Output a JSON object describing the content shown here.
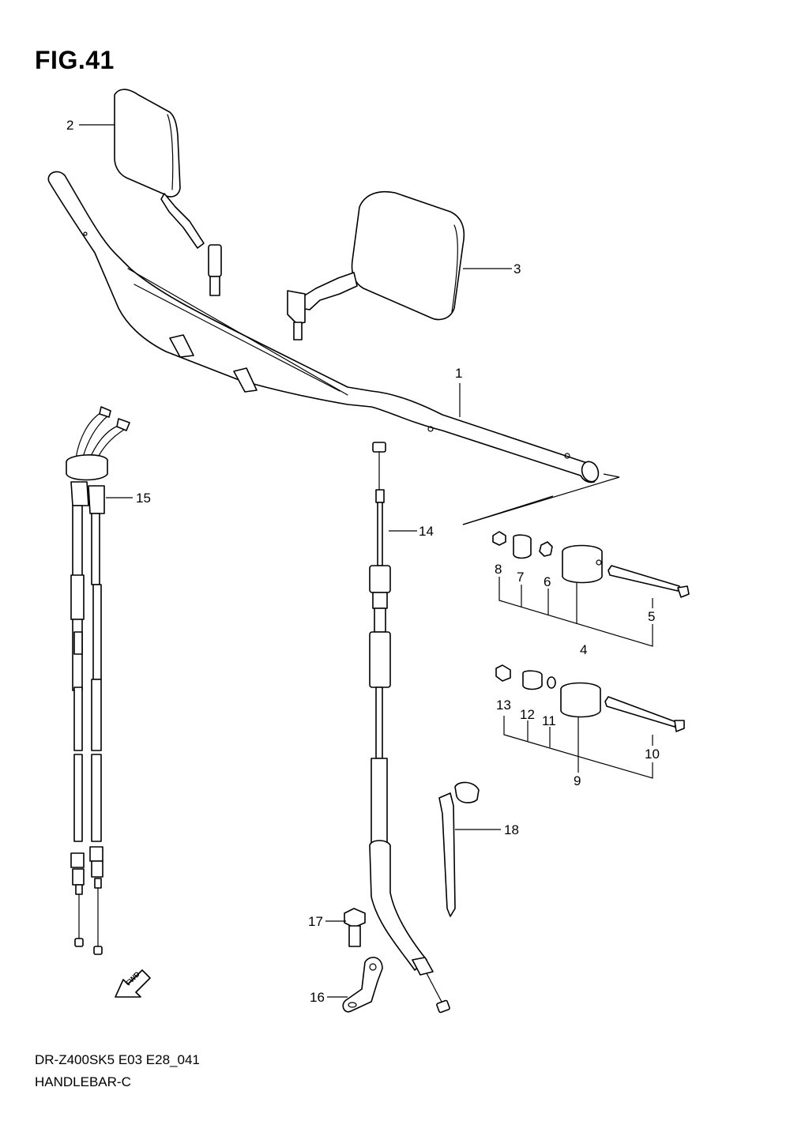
{
  "figure": {
    "title": "FIG.41",
    "model_code": "DR-Z400SK5 E03 E28_041",
    "diagram_name": "HANDLEBAR-C"
  },
  "fwd_badge": "FWD",
  "callouts": [
    {
      "id": "c1",
      "label": "1"
    },
    {
      "id": "c2",
      "label": "2"
    },
    {
      "id": "c3",
      "label": "3"
    },
    {
      "id": "c4",
      "label": "4"
    },
    {
      "id": "c5",
      "label": "5"
    },
    {
      "id": "c6",
      "label": "6"
    },
    {
      "id": "c7",
      "label": "7"
    },
    {
      "id": "c8",
      "label": "8"
    },
    {
      "id": "c9",
      "label": "9"
    },
    {
      "id": "c10",
      "label": "10"
    },
    {
      "id": "c11",
      "label": "11"
    },
    {
      "id": "c12",
      "label": "12"
    },
    {
      "id": "c13",
      "label": "13"
    },
    {
      "id": "c14",
      "label": "14"
    },
    {
      "id": "c15",
      "label": "15"
    },
    {
      "id": "c16",
      "label": "16"
    },
    {
      "id": "c17",
      "label": "17"
    },
    {
      "id": "c18",
      "label": "18"
    }
  ]
}
